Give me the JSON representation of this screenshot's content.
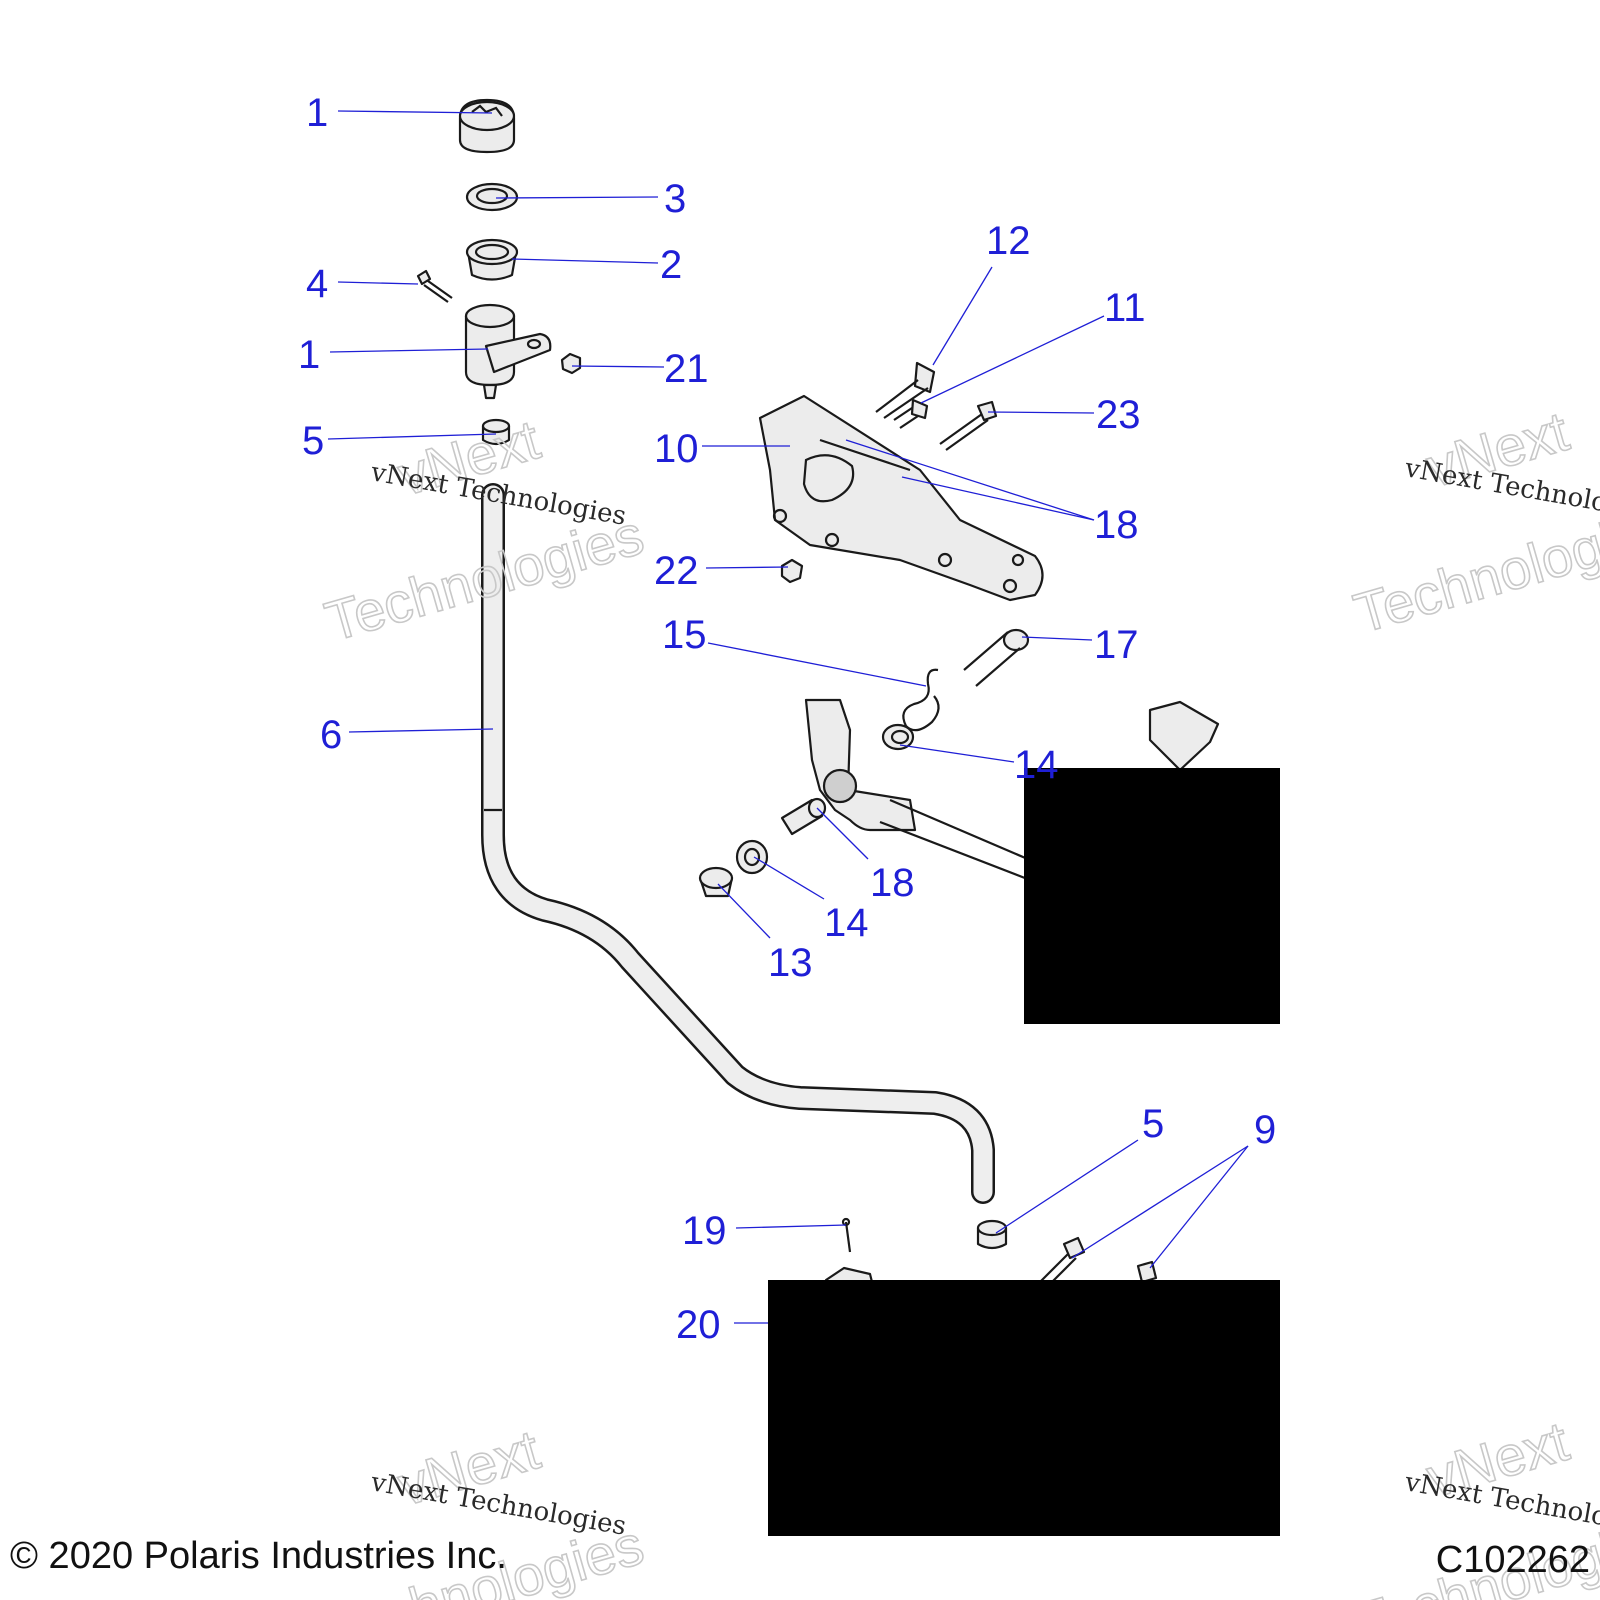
{
  "diagram": {
    "copyright": "© 2020 Polaris Industries Inc.",
    "figure_id": "C102262",
    "watermark": {
      "line_top": "vNext",
      "line_mid": "vNext Technologies",
      "line_bottom": "Technologies"
    },
    "callouts": [
      {
        "id": "c1a",
        "label": "1"
      },
      {
        "id": "c3",
        "label": "3"
      },
      {
        "id": "c2",
        "label": "2"
      },
      {
        "id": "c4",
        "label": "4"
      },
      {
        "id": "c1b",
        "label": "1"
      },
      {
        "id": "c21",
        "label": "21"
      },
      {
        "id": "c5a",
        "label": "5"
      },
      {
        "id": "c12",
        "label": "12"
      },
      {
        "id": "c11",
        "label": "11"
      },
      {
        "id": "c23",
        "label": "23"
      },
      {
        "id": "c10",
        "label": "10"
      },
      {
        "id": "c18a",
        "label": "18"
      },
      {
        "id": "c22",
        "label": "22"
      },
      {
        "id": "c15",
        "label": "15"
      },
      {
        "id": "c17",
        "label": "17"
      },
      {
        "id": "c6",
        "label": "6"
      },
      {
        "id": "c14a",
        "label": "14"
      },
      {
        "id": "c18b",
        "label": "18"
      },
      {
        "id": "c14b",
        "label": "14"
      },
      {
        "id": "c13",
        "label": "13"
      },
      {
        "id": "c5b",
        "label": "5"
      },
      {
        "id": "c9",
        "label": "9"
      },
      {
        "id": "c19",
        "label": "19"
      },
      {
        "id": "c20",
        "label": "20"
      }
    ]
  }
}
